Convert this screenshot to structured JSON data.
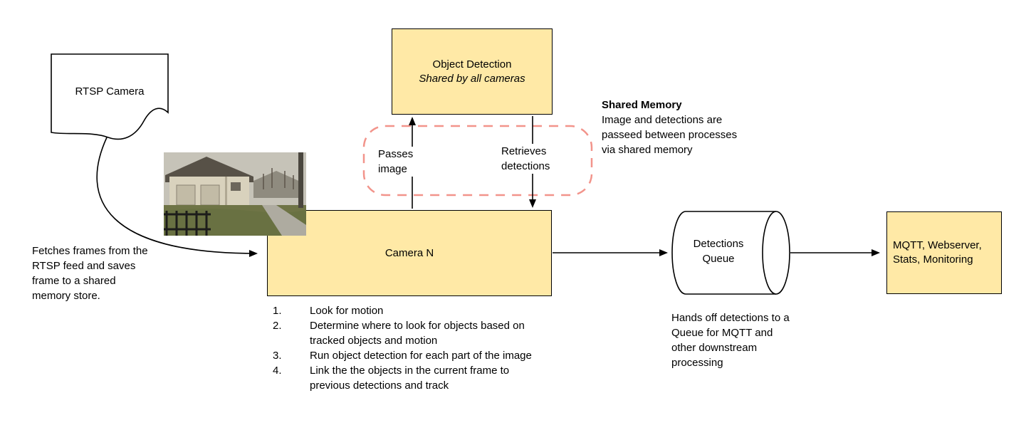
{
  "colors": {
    "node_fill": "#FFE9A6",
    "node_border": "#000000",
    "shared_memory_dashed_border": "#F2948B",
    "arrow": "#000000"
  },
  "nodes": {
    "rtsp_camera": {
      "label": "RTSP Camera"
    },
    "object_detection": {
      "title": "Object Detection",
      "subtitle": "Shared by all cameras"
    },
    "camera_n": {
      "label": "Camera N"
    },
    "detections_queue": {
      "label": "Detections\nQueue"
    },
    "outputs": {
      "label": "MQTT, Webserver, Stats, Monitoring"
    }
  },
  "edges": {
    "passes_image": {
      "label": "Passes\nimage"
    },
    "retrieves_detections": {
      "label": "Retrieves\ndetections"
    }
  },
  "notes": {
    "fetch_frames": "Fetches frames from the RTSP feed and saves frame to a shared memory store.",
    "shared_memory_title": "Shared Memory",
    "shared_memory_body": "Image and detections are passeed between processes via shared memory",
    "queue_handoff": "Hands off detections to a Queue for MQTT and other downstream processing"
  },
  "camera_steps": [
    {
      "num": "1.",
      "text": "Look for motion"
    },
    {
      "num": "2.",
      "text": "Determine where to look for objects based on tracked objects and motion"
    },
    {
      "num": "3.",
      "text": "Run object detection for each part of the image"
    },
    {
      "num": "4.",
      "text": "Link the the objects in the current frame to previous detections and track"
    }
  ]
}
